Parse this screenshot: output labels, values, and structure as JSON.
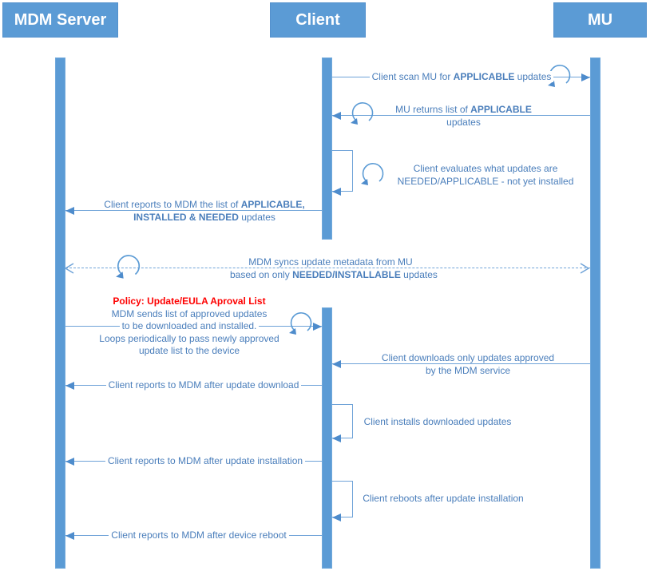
{
  "diagram_type": "sequence-diagram",
  "colors": {
    "accent": "#5B9BD5",
    "line_blue": "#6FA3D8",
    "text_blue": "#4A7EBB",
    "policy_red": "#FE0000"
  },
  "icons": {
    "loop": "circular-loop-arrow-icon"
  },
  "actors": {
    "mdm": "MDM Server",
    "client": "Client",
    "mu": "MU"
  },
  "messages": {
    "scan_mu": {
      "pre": "Client scan MU for ",
      "bold": "APPLICABLE",
      "post": " updates"
    },
    "mu_returns": {
      "pre": "MU returns list of ",
      "bold": "APPLICABLE",
      "line2": "updates"
    },
    "evaluates": {
      "line1": "Client evaluates what updates are",
      "line2": "NEEDED/APPLICABLE - not yet installed"
    },
    "reports_list": {
      "pre": "Client reports to MDM the list of ",
      "bold1": "APPLICABLE,",
      "bold2": "INSTALLED & NEEDED",
      "post": " updates"
    },
    "sync": {
      "line1": "MDM syncs update metadata from MU",
      "pre2": "based on only ",
      "bold2": "NEEDED/INSTALLABLE",
      "post2": " updates"
    },
    "policy": {
      "title": "Policy: Update/EULA Aproval List",
      "line1": "MDM sends list of approved updates",
      "line2": "to be downloaded and installed.",
      "line3": "Loops periodically to pass newly approved",
      "line4": "update list to the device"
    },
    "downloads": {
      "line1": "Client downloads only updates approved",
      "line2": "by the MDM service"
    },
    "report_download": {
      "text": "Client reports to MDM after update download"
    },
    "installs": {
      "text": "Client installs downloaded updates"
    },
    "report_install": {
      "text": "Client reports to MDM after update installation"
    },
    "reboots": {
      "text": "Client reboots after update installation"
    },
    "report_reboot": {
      "text": "Client reports to MDM after device reboot"
    }
  }
}
